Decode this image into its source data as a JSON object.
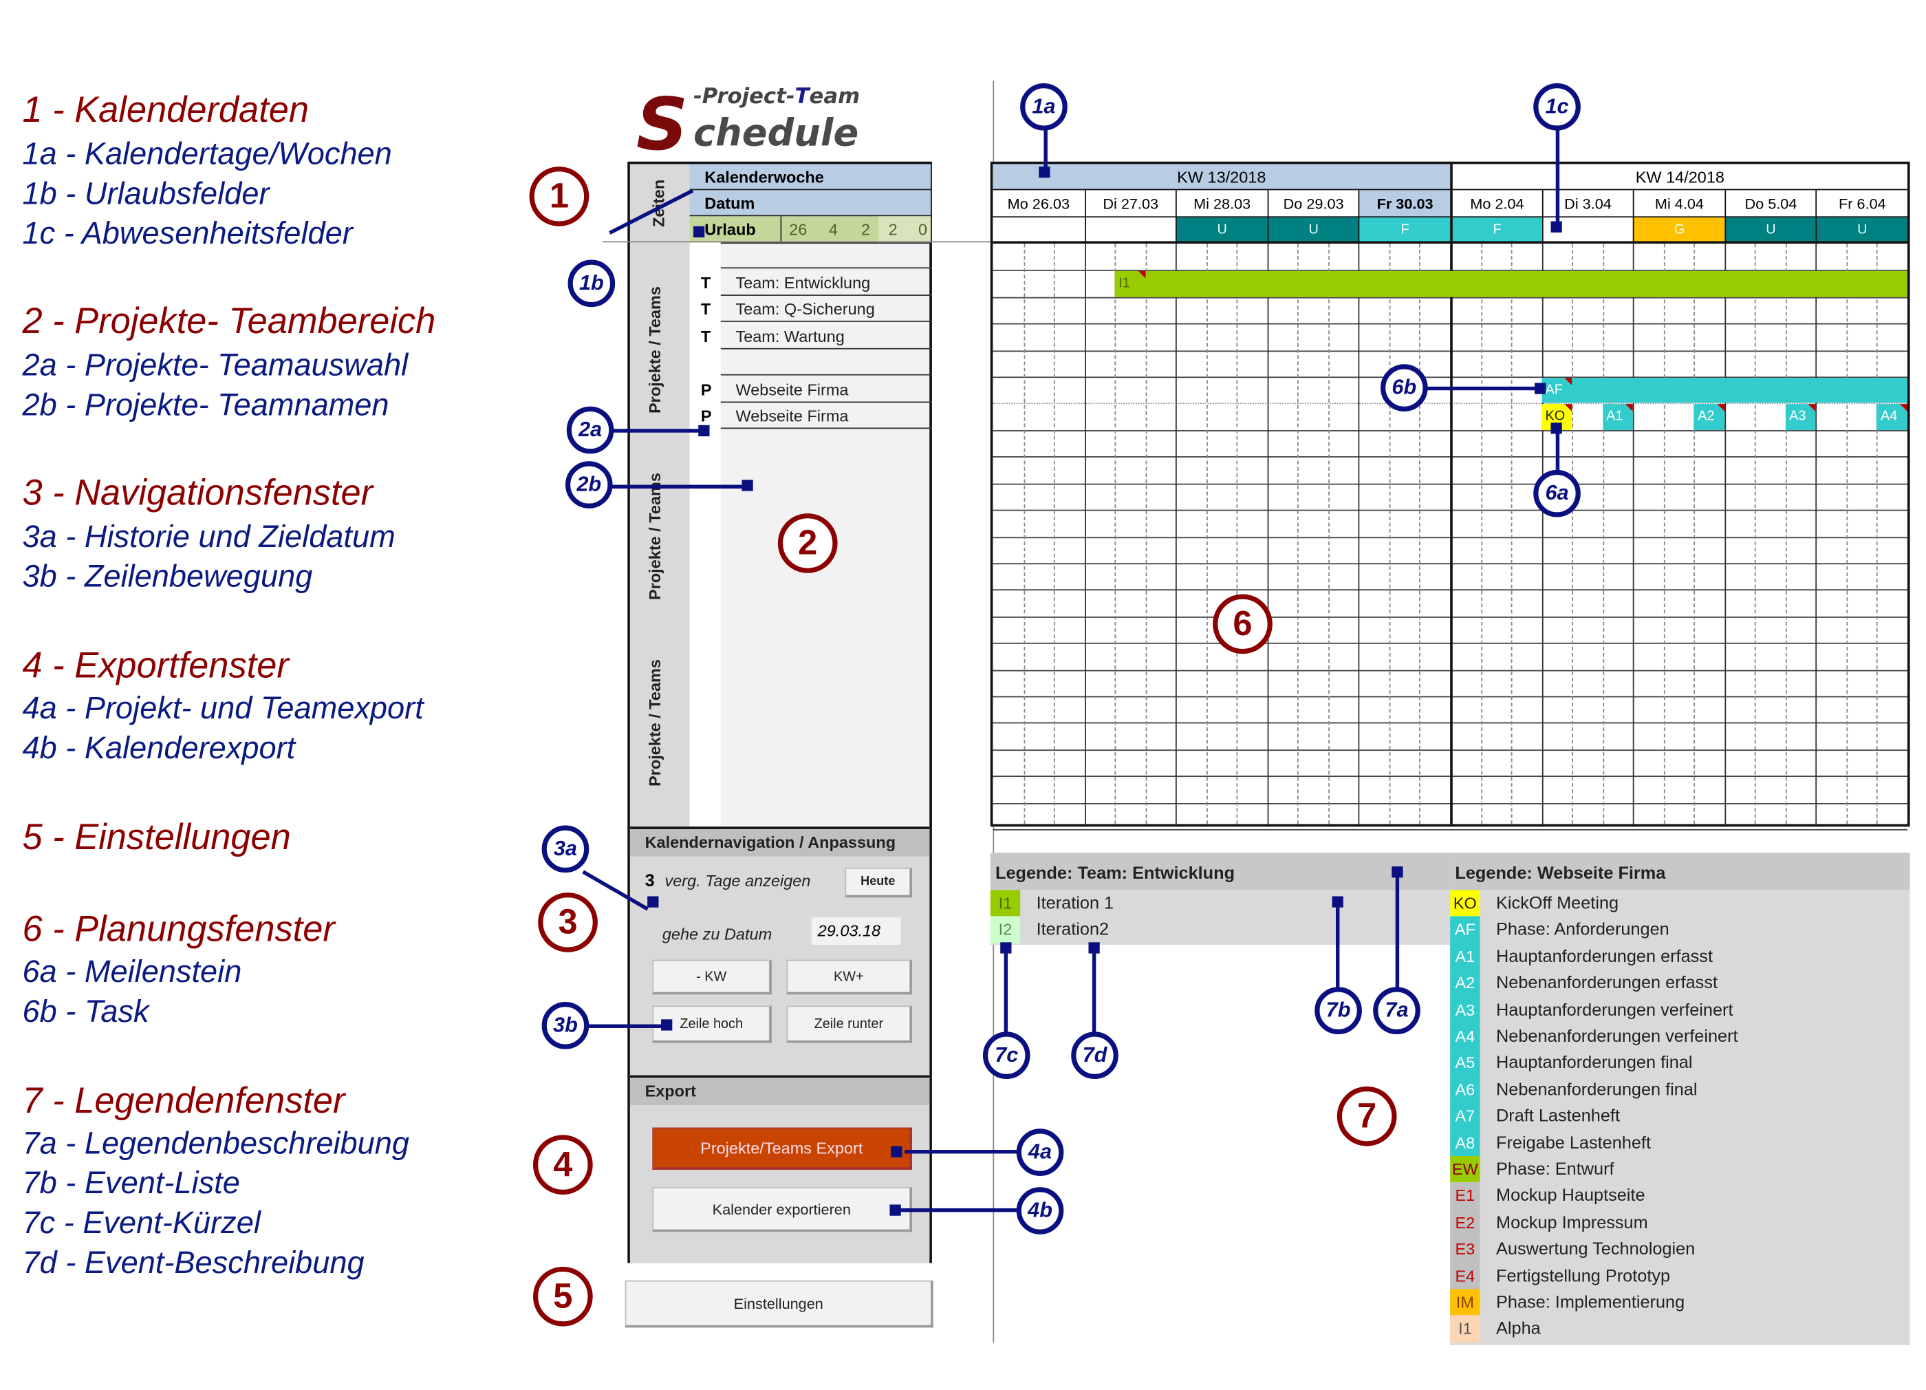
{
  "legend_left": {
    "groups": [
      {
        "heading": "1 - Kalenderdaten",
        "items": [
          "1a - Kalendertage/Wochen",
          "1b - Urlaubsfelder",
          "1c - Abwesenheitsfelder"
        ]
      },
      {
        "heading": "2 - Projekte- Teambereich",
        "items": [
          "2a - Projekte- Teamauswahl",
          "2b - Projekte- Teamnamen"
        ]
      },
      {
        "heading": "3 - Navigationsfenster",
        "items": [
          "3a - Historie und Zieldatum",
          "3b - Zeilenbewegung"
        ]
      },
      {
        "heading": "4 - Exportfenster",
        "items": [
          "4a - Projekt- und Teamexport",
          "4b - Kalenderexport"
        ]
      },
      {
        "heading": "5 - Einstellungen",
        "items": []
      },
      {
        "heading": "6 - Planungsfenster",
        "items": [
          "6a - Meilenstein",
          "6b - Task"
        ]
      },
      {
        "heading": "7 - Legendenfenster",
        "items": [
          "7a - Legendenbeschreibung",
          "7b - Event-Liste",
          "7c - Event-Kürzel",
          "7d - Event-Beschreibung"
        ]
      }
    ]
  },
  "logo": {
    "s": "S",
    "top_a": "-Project-",
    "top_b": "T",
    "top_c": "eam",
    "bottom": "chedule"
  },
  "panel": {
    "zeiten_label": "Zeiten",
    "kalenderwoche": "Kalenderwoche",
    "datum": "Datum",
    "urlaub": "Urlaub",
    "urlaub_values_a": [
      "26",
      "4",
      "2"
    ],
    "urlaub_values_b": [
      "2",
      "0"
    ],
    "section_label": "Projekte / Teams",
    "rows": [
      {
        "type": "",
        "name": ""
      },
      {
        "type": "T",
        "name": "Team: Entwicklung"
      },
      {
        "type": "T",
        "name": "Team: Q-Sicherung"
      },
      {
        "type": "T",
        "name": "Team: Wartung"
      },
      {
        "type": "",
        "name": ""
      },
      {
        "type": "P",
        "name": "Webseite Firma"
      },
      {
        "type": "P",
        "name": "Webseite Firma"
      }
    ],
    "nav": {
      "title": "Kalendernavigation / Anpassung",
      "past_days": "3",
      "past_days_label": "verg. Tage anzeigen",
      "today_button": "Heute",
      "goto_label": "gehe zu Datum",
      "goto_value": "29.03.18",
      "prev_week": "- KW",
      "next_week": "KW+",
      "row_up": "Zeile hoch",
      "row_down": "Zeile runter"
    },
    "export": {
      "title": "Export",
      "project_export": "Projekte/Teams Export",
      "calendar_export": "Kalender exportieren"
    },
    "settings_button": "Einstellungen"
  },
  "calendar": {
    "weeks": [
      "KW 13/2018",
      "KW 14/2018"
    ],
    "days": [
      "Mo 26.03",
      "Di 27.03",
      "Mi 28.03",
      "Do 29.03",
      "Fr 30.03",
      "Mo 2.04",
      "Di 3.04",
      "Mi 4.04",
      "Do 5.04",
      "Fr 6.04"
    ],
    "current_day_index": 4,
    "absences": [
      "",
      "",
      "U",
      "U",
      "F",
      "F",
      "",
      "G",
      "U",
      "U"
    ],
    "absence_colors": {
      "U": "#008080",
      "F": "#33cccc",
      "G": "#ffc000"
    },
    "row_count": 22,
    "events": [
      {
        "row": 1,
        "day": 1,
        "sub": 1,
        "span_subs": 26,
        "code": "I1",
        "color": "#99cc00",
        "text_color": "#4a6a00"
      },
      {
        "row": 5,
        "day": 6,
        "sub": 0,
        "span_subs": 12,
        "code": "AF",
        "color": "#33cccc",
        "text_color": "#ffffff"
      },
      {
        "row": 6,
        "day": 6,
        "sub": 0,
        "span_subs": 1,
        "code": "KO",
        "color": "#ffff00",
        "text_color": "#222222"
      },
      {
        "row": 6,
        "day": 6,
        "sub": 2,
        "span_subs": 1,
        "code": "A1",
        "color": "#33cccc",
        "text_color": "#ffffff"
      },
      {
        "row": 6,
        "day": 7,
        "sub": 2,
        "span_subs": 1,
        "code": "A2",
        "color": "#33cccc",
        "text_color": "#ffffff"
      },
      {
        "row": 6,
        "day": 8,
        "sub": 2,
        "span_subs": 1,
        "code": "A3",
        "color": "#33cccc",
        "text_color": "#ffffff"
      },
      {
        "row": 6,
        "day": 9,
        "sub": 2,
        "span_subs": 1,
        "code": "A4",
        "color": "#33cccc",
        "text_color": "#ffffff"
      }
    ]
  },
  "legend_team": {
    "title": "Legende: Team: Entwicklung",
    "items": [
      {
        "code": "I1",
        "desc": "Iteration 1",
        "color": "#99cc00",
        "text_color": "#4a6a00"
      },
      {
        "code": "I2",
        "desc": "Iteration2",
        "color": "#ccffcc",
        "text_color": "#5a8a5a"
      }
    ]
  },
  "legend_project": {
    "title": "Legende: Webseite Firma",
    "items": [
      {
        "code": "KO",
        "desc": "KickOff Meeting",
        "color": "#ffff00",
        "text_color": "#222222"
      },
      {
        "code": "AF",
        "desc": "Phase: Anforderungen",
        "color": "#33cccc",
        "text_color": "#ffffff"
      },
      {
        "code": "A1",
        "desc": "Hauptanforderungen erfasst",
        "color": "#33cccc",
        "text_color": "#ffffff"
      },
      {
        "code": "A2",
        "desc": "Nebenanforderungen erfasst",
        "color": "#33cccc",
        "text_color": "#ffffff"
      },
      {
        "code": "A3",
        "desc": "Hauptanforderungen verfeinert",
        "color": "#33cccc",
        "text_color": "#ffffff"
      },
      {
        "code": "A4",
        "desc": "Nebenanforderungen verfeinert",
        "color": "#33cccc",
        "text_color": "#ffffff"
      },
      {
        "code": "A5",
        "desc": "Hauptanforderungen final",
        "color": "#33cccc",
        "text_color": "#ffffff"
      },
      {
        "code": "A6",
        "desc": "Nebenanforderungen final",
        "color": "#33cccc",
        "text_color": "#ffffff"
      },
      {
        "code": "A7",
        "desc": "Draft Lastenheft",
        "color": "#33cccc",
        "text_color": "#ffffff"
      },
      {
        "code": "A8",
        "desc": "Freigabe Lastenheft",
        "color": "#33cccc",
        "text_color": "#ffffff"
      },
      {
        "code": "EW",
        "desc": "Phase: Entwurf",
        "color": "#99cc00",
        "text_color": "#8b0000"
      },
      {
        "code": "E1",
        "desc": "Mockup Hauptseite",
        "color": "#c0c0c0",
        "text_color": "#c00000"
      },
      {
        "code": "E2",
        "desc": "Mockup Impressum",
        "color": "#c0c0c0",
        "text_color": "#c00000"
      },
      {
        "code": "E3",
        "desc": "Auswertung Technologien",
        "color": "#c0c0c0",
        "text_color": "#c00000"
      },
      {
        "code": "E4",
        "desc": "Fertigstellung Prototyp",
        "color": "#c0c0c0",
        "text_color": "#c00000"
      },
      {
        "code": "IM",
        "desc": "Phase: Implementierung",
        "color": "#ffc000",
        "text_color": "#8b4000"
      },
      {
        "code": "I1",
        "desc": "Alpha",
        "color": "#fcd5b4",
        "text_color": "#555555"
      }
    ]
  },
  "callouts": {
    "sections": [
      "1",
      "2",
      "3",
      "4",
      "5",
      "6",
      "7"
    ],
    "sub": [
      "1a",
      "1b",
      "1c",
      "2a",
      "2b",
      "3a",
      "3b",
      "4a",
      "4b",
      "6a",
      "6b",
      "7a",
      "7b",
      "7c",
      "7d"
    ]
  }
}
